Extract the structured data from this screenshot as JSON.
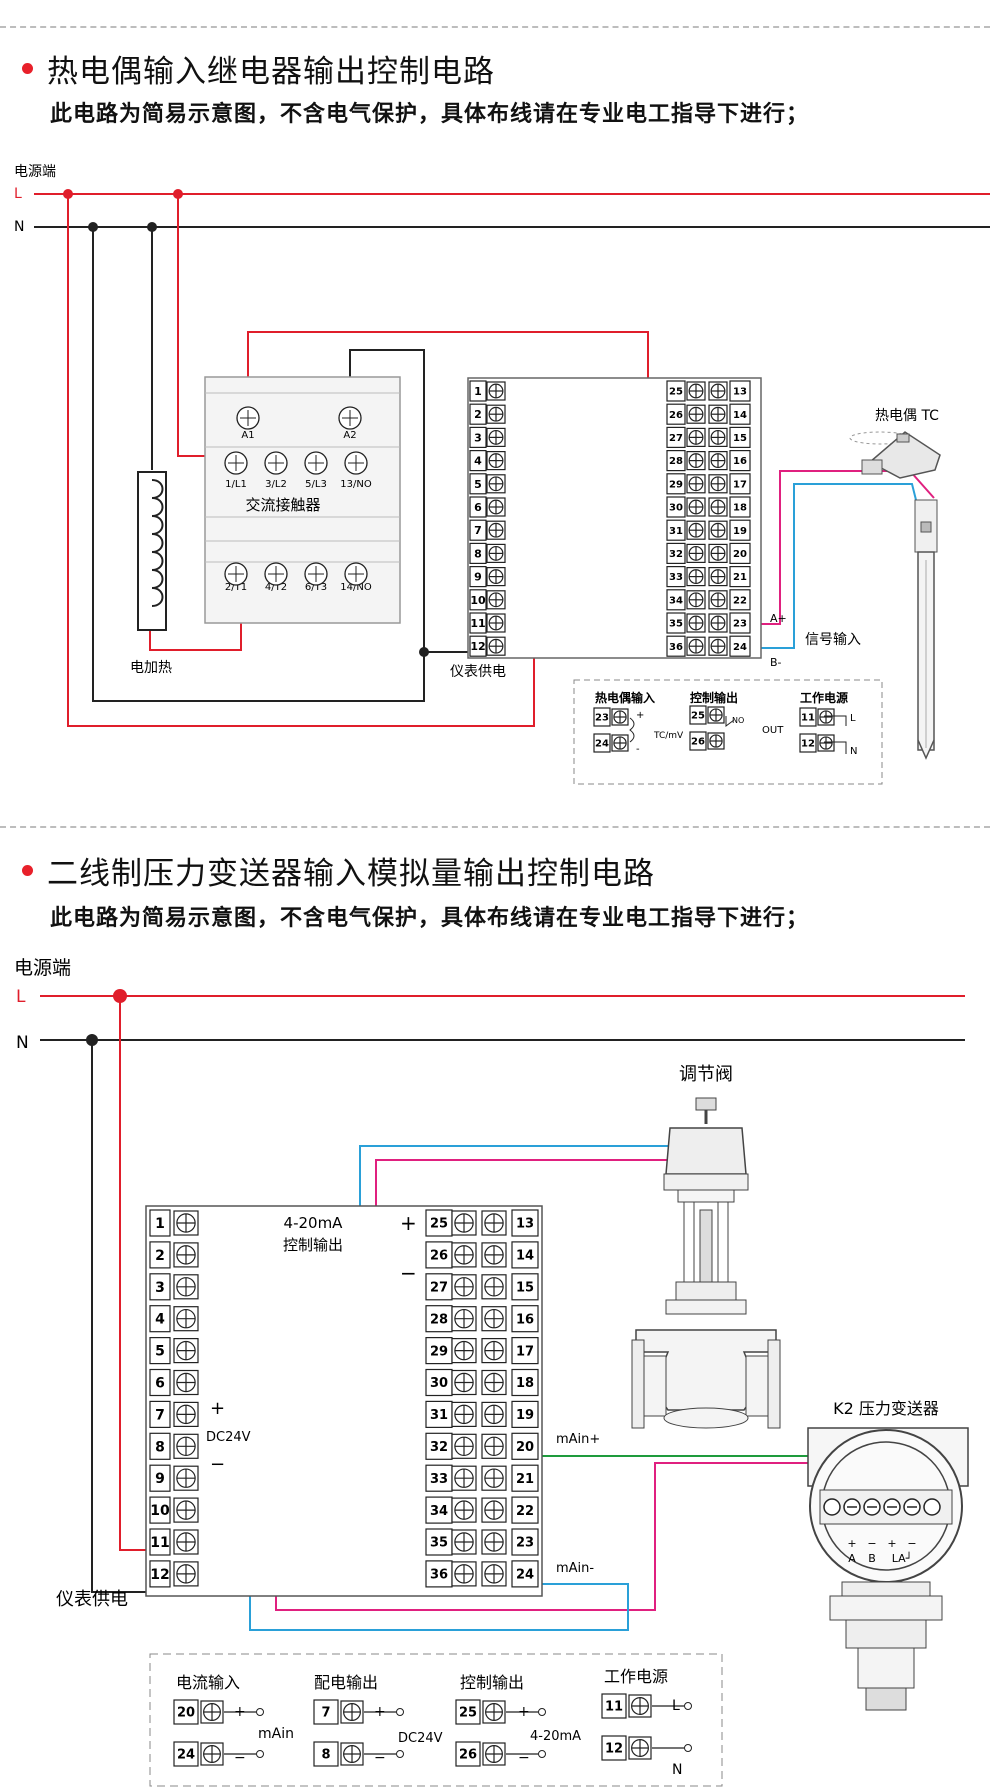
{
  "colors": {
    "live": "#e01e2b",
    "neutral": "#222222",
    "pink": "#e0207f",
    "blue": "#2aa0d8",
    "green": "#1e9b3c",
    "dash": "#bdbdbd"
  },
  "section1": {
    "title": "热电偶输入继电器输出控制电路",
    "note": "此电路为简易示意图，不含电气保护，具体布线请在专业电工指导下进行；",
    "power_label": "电源端",
    "L": "L",
    "N": "N",
    "contactor": {
      "name": "交流接触器",
      "coil_terms": [
        "A1",
        "A2"
      ],
      "top_terms": [
        "1/L1",
        "3/L2",
        "5/L3",
        "13/NO"
      ],
      "bottom_terms": [
        "2/T1",
        "4/T2",
        "6/T3",
        "14/NO"
      ]
    },
    "heater_label": "电加热",
    "supply_label": "仪表供电",
    "thermocouple_label": "热电偶 TC",
    "signal_label": "信号输入",
    "a_plus": "A+",
    "b_minus": "B-",
    "legend": {
      "tc_title": "热电偶输入",
      "tc_terms": [
        "23",
        "24"
      ],
      "tc_plus": "+",
      "tc_minus": "-",
      "tc_text": "TC/mV",
      "ctrl_title": "控制输出",
      "ctrl_terms": [
        "25",
        "26"
      ],
      "ctrl_no": "NO",
      "ctrl_out": "OUT",
      "power_title": "工作电源",
      "power_terms": [
        "11",
        "12"
      ],
      "power_L": "L",
      "power_N": "N"
    }
  },
  "section2": {
    "title": "二线制压力变送器输入模拟量输出控制电路",
    "note": "此电路为简易示意图，不含电气保护，具体布线请在专业电工指导下进行；",
    "power_label": "电源端",
    "L": "L",
    "N": "N",
    "valve_label": "调节阀",
    "output_line1": "4-20mA",
    "output_line2": "控制输出",
    "plus": "+",
    "minus": "−",
    "dc24v": "DC24V",
    "main_plus": "mAin+",
    "main_minus": "mAin-",
    "transmitter_label": "K2 压力变送器",
    "tx_signs": [
      "+",
      "−",
      "+",
      "−"
    ],
    "tx_letters": [
      "A",
      "B",
      "LA┘"
    ],
    "supply_label": "仪表供电",
    "legend": {
      "cur_title": "电流输入",
      "cur_terms": [
        "20",
        "24"
      ],
      "cur_text": "mAin",
      "dist_title": "配电输出",
      "dist_terms": [
        "7",
        "8"
      ],
      "dist_text": "DC24V",
      "ctrl_title": "控制输出",
      "ctrl_terms": [
        "25",
        "26"
      ],
      "ctrl_text": "4-20mA",
      "power_title": "工作电源",
      "power_terms": [
        "11",
        "12"
      ],
      "power_L": "L",
      "power_N": "N",
      "plus": "+",
      "minus": "−"
    }
  },
  "terminals": {
    "left": [
      "1",
      "2",
      "3",
      "4",
      "5",
      "6",
      "7",
      "8",
      "9",
      "10",
      "11",
      "12"
    ],
    "mid": [
      "25",
      "26",
      "27",
      "28",
      "29",
      "30",
      "31",
      "32",
      "33",
      "34",
      "35",
      "36"
    ],
    "right": [
      "13",
      "14",
      "15",
      "16",
      "17",
      "18",
      "19",
      "20",
      "21",
      "22",
      "23",
      "24"
    ]
  }
}
